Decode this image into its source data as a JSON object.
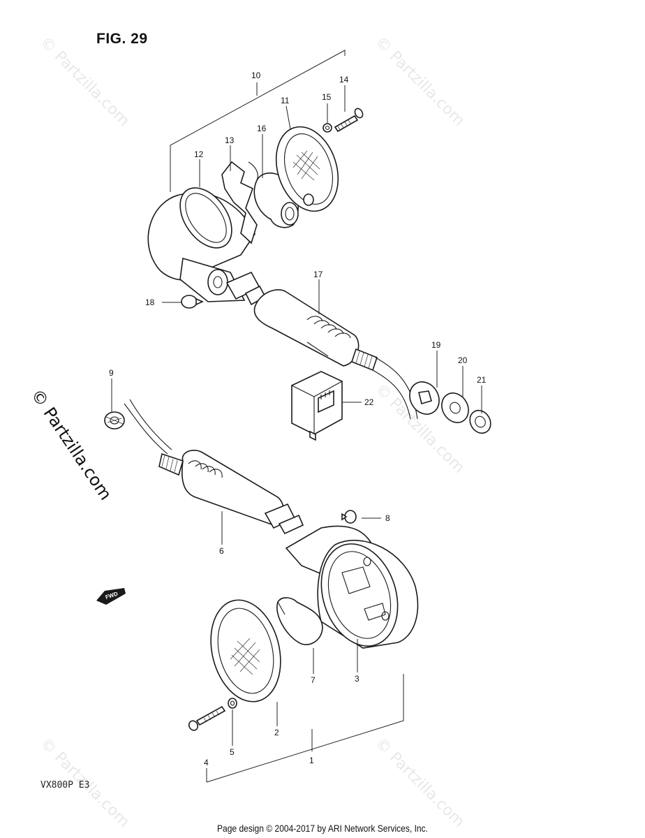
{
  "figure": {
    "title": "FIG. 29",
    "model": "VX800P  E3"
  },
  "watermarks": {
    "main": "© Partzilla.com",
    "faint": "© Partzilla.com"
  },
  "footer": {
    "copyright": "Page design © 2004-2017 by ARI Network Services, Inc."
  },
  "callouts": {
    "c1": "1",
    "c2": "2",
    "c3": "3",
    "c4": "4",
    "c5": "5",
    "c6": "6",
    "c7": "7",
    "c8": "8",
    "c9": "9",
    "c10": "10",
    "c11": "11",
    "c12": "12",
    "c13": "13",
    "c14": "14",
    "c15": "15",
    "c16": "16",
    "c17": "17",
    "c18": "18",
    "c19": "19",
    "c20": "20",
    "c21": "21",
    "c22": "22"
  },
  "fwd_label": "FWD"
}
